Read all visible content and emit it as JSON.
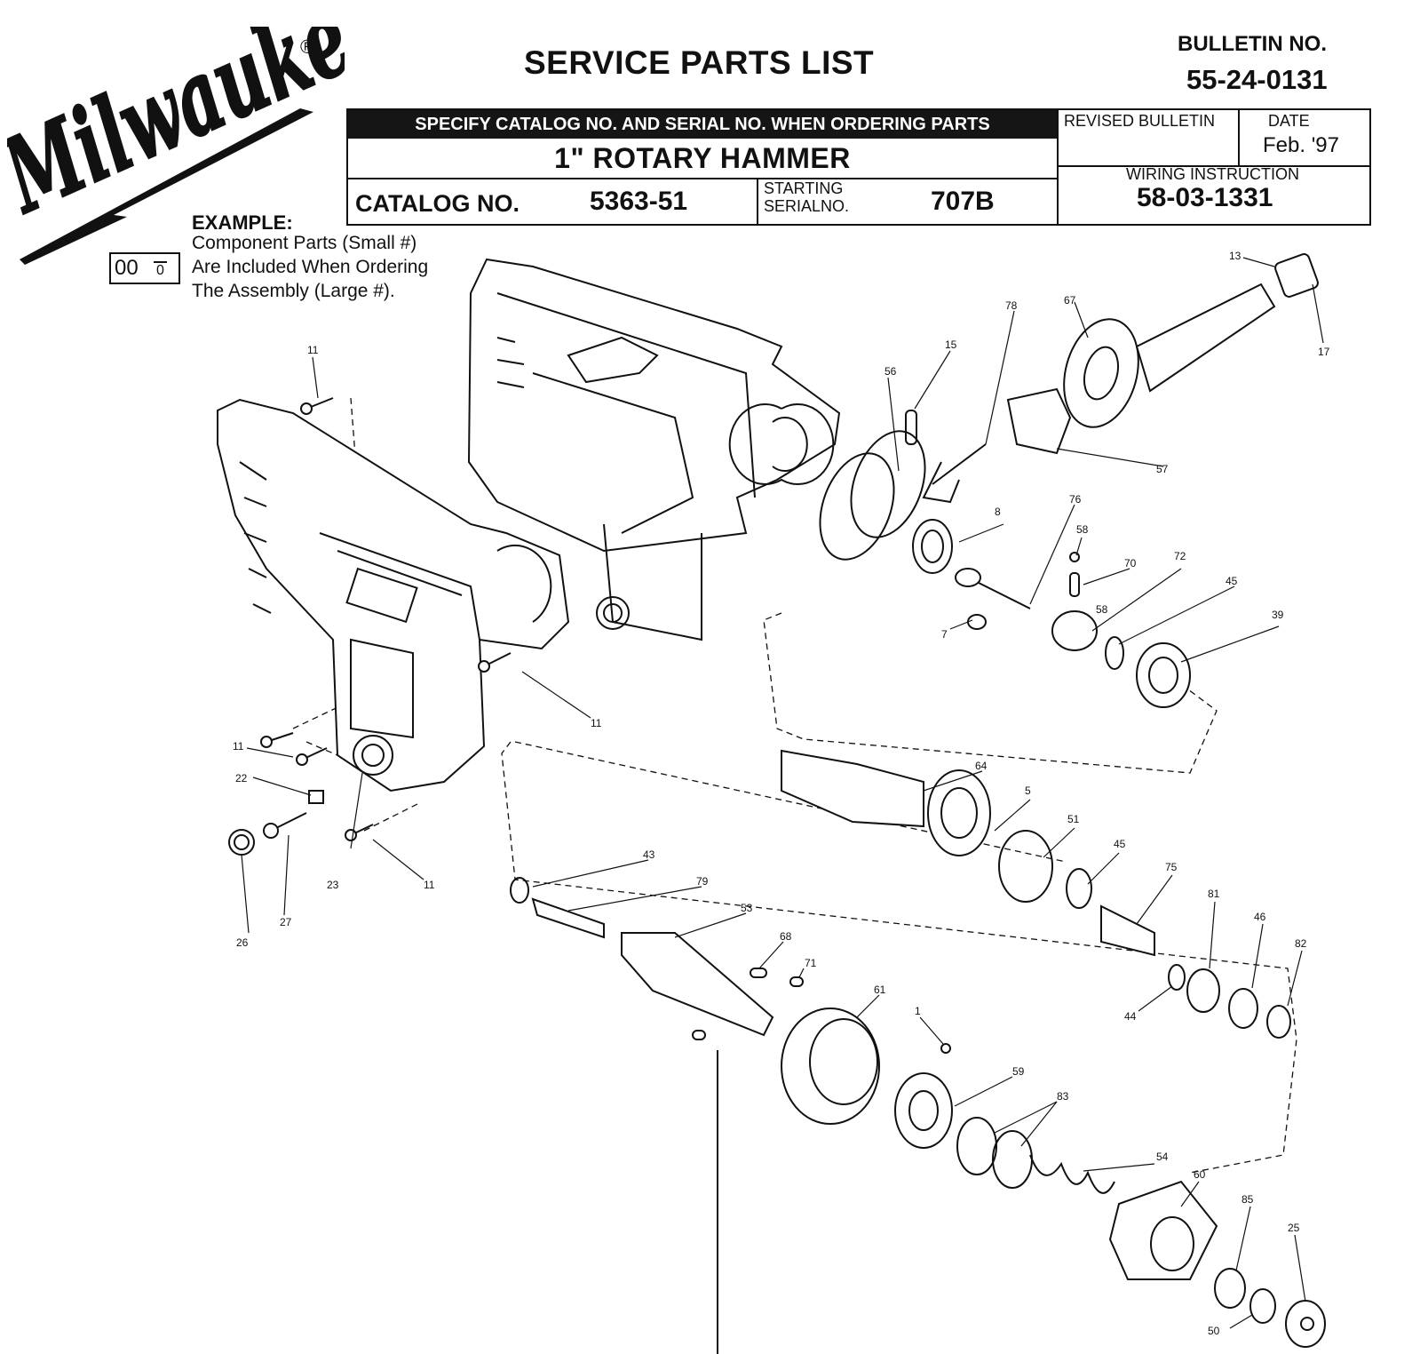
{
  "brand": {
    "logo_text": "Milwaukee",
    "registered_mark": "®"
  },
  "header": {
    "title": "SERVICE PARTS LIST",
    "bulletin_label": "BULLETIN NO.",
    "bulletin_no": "55-24-0131"
  },
  "info": {
    "specify_note": "SPECIFY CATALOG NO. AND SERIAL NO. WHEN ORDERING PARTS",
    "product": "1\"  ROTARY HAMMER",
    "catalog_label": "CATALOG NO.",
    "catalog_no": "5363-51",
    "serial_label_1": "STARTING",
    "serial_label_2": "SERIALNO.",
    "serial_no": "707B",
    "revised_label": "REVISED BULLETIN",
    "date_label": "DATE",
    "date_value": "Feb. '97",
    "wiring_label": "WIRING INSTRUCTION",
    "wiring_no": "58-03-1331"
  },
  "example": {
    "label": "EXAMPLE:",
    "big": "00",
    "small": "0",
    "line1": "Component Parts (Small #)",
    "line2": "Are Included When Ordering",
    "line3": "The Assembly (Large #)."
  },
  "callouts": {
    "c1": "1",
    "c5": "5",
    "c7": "7",
    "c8": "8",
    "c11a": "11",
    "c11b": "11",
    "c11c": "11",
    "c11d": "11",
    "c13": "13",
    "c15": "15",
    "c17": "17",
    "c22": "22",
    "c23": "23",
    "c25": "25",
    "c26": "26",
    "c27": "27",
    "c39": "39",
    "c43": "43",
    "c44": "44",
    "c45a": "45",
    "c45b": "45",
    "c46": "46",
    "c50": "50",
    "c51": "51",
    "c53": "53",
    "c54": "54",
    "c56": "56",
    "c57": "57",
    "c58a": "58",
    "c58b": "58",
    "c59": "59",
    "c60": "60",
    "c61": "61",
    "c64": "64",
    "c67": "67",
    "c68": "68",
    "c70": "70",
    "c71": "71",
    "c72": "72",
    "c75": "75",
    "c76": "76",
    "c78": "78",
    "c79": "79",
    "c81": "81",
    "c82": "82",
    "c83": "83",
    "c85": "85"
  }
}
